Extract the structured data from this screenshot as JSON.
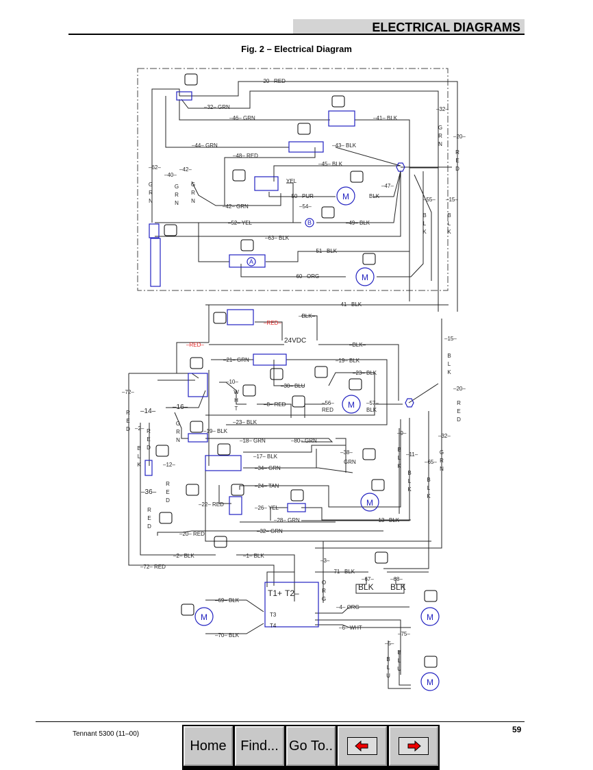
{
  "header": {
    "section_title": "ELECTRICAL DIAGRAMS"
  },
  "figure": {
    "caption": "Fig. 2 – Electrical Diagram"
  },
  "footer": {
    "doc": "Tennant 5300  (11–00)",
    "page": "59"
  },
  "nav": {
    "home": "Home",
    "find": "Find...",
    "goto": "Go To..",
    "prev_icon": "red-left-arrow-icon",
    "next_icon": "red-right-arrow-icon"
  },
  "colors": {
    "component": "#2020c0",
    "wire": "#222222",
    "red_label": "#e02020",
    "header_bg": "#d4d4d4"
  },
  "diagram": {
    "labels": [
      "–20–  RED",
      "–32–  GRN",
      "–46–  GRN",
      "–41–  BLK",
      "–44–  GRN",
      "–43–  BLK",
      "–48– RED",
      "–45–  BLK",
      "YEL",
      "–50– PUR",
      "BLK",
      "–47–",
      "–42– GRN",
      "–54–",
      "–52– YEL",
      "–49– BLK",
      "–63– BLK",
      "–51– BLK",
      "–60– ORG",
      "–32–",
      "GRN",
      "–20–",
      "RED",
      "–62–",
      "GRN",
      "–40–",
      "GRN",
      "–42–",
      "GRN",
      "–55–",
      "BLK",
      "–15–",
      "BLK",
      "–41–  BLK",
      "–BLK–",
      "–RED–",
      "24VDC",
      "–RED–",
      "–BLK–",
      "–21–  GRN",
      "–19–  BLK",
      "–23–  BLK",
      "–30– BLU",
      "–10–",
      "WHT",
      "–8– RED",
      "–56–",
      "RED",
      "–57–",
      "BLK",
      "–16–",
      "–14–",
      "–72–",
      "RED",
      "–2–",
      "RED",
      "BLK",
      "–23–  BLK",
      "–19– BLK",
      "GRN",
      "–18– GRN",
      "–80– GRN",
      "–9–",
      "BLK",
      "–11–",
      "BLK",
      "–32–",
      "GRN",
      "–65–",
      "BLK",
      "–20–",
      "RED",
      "–15–",
      "BLK",
      "–38–",
      "GRN",
      "–17– BLK",
      "–34– GRN",
      "–12–",
      "RED",
      "–36–",
      "RED",
      "–24– TAN",
      "–22– RED",
      "–26– YEL",
      "–28– GRN",
      "–13– BLK",
      "–20– RED",
      "–32– GRN",
      "–2– BLK",
      "–1– BLK",
      "–72– RED",
      "–3–",
      "ORG",
      "–71– BLK",
      "–67–",
      "–68–",
      "BLK",
      "BLK",
      "T1+",
      "T2–",
      "T3",
      "T4",
      "–69– BLK",
      "–70– BLK",
      "–4– ORG",
      "–6– WHT",
      "–75–",
      "–5–",
      "BLU",
      "BLU"
    ]
  }
}
